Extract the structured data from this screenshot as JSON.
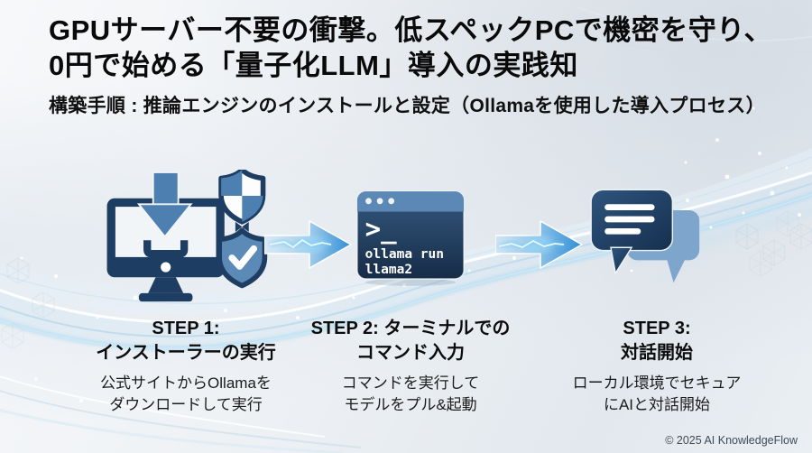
{
  "header": {
    "title_line1": "GPUサーバー不要の衝撃。低スペックPCで機密を守り、",
    "title_line2": "0円で始める「量子化LLM」導入の実践知",
    "subtitle": "構築手順 : 推論エンジンのインストールと設定（Ollamaを使用した導入プロセス）"
  },
  "steps": [
    {
      "icon": "monitor-download-shields-icon",
      "step_label": "STEP 1:",
      "step_title": "インストーラーの実行",
      "desc_line1": "公式サイトからOllamaを",
      "desc_line2": "ダウンロードして実行"
    },
    {
      "icon": "terminal-window-icon",
      "step_label": "STEP 2: ターミナルでの",
      "step_title": "コマンド入力",
      "desc_line1": "コマンドを実行して",
      "desc_line2": "モデルをプル&起動",
      "terminal": {
        "prompt": ">_",
        "command_line1": "ollama run",
        "command_line2": "llama2"
      }
    },
    {
      "icon": "chat-bubbles-icon",
      "step_label": "STEP 3:",
      "step_title": "対話開始",
      "desc_line1": "ローカル環境でセキュア",
      "desc_line2": "にAIと対話開始"
    }
  ],
  "footer": {
    "copyright": "© 2025 AI KnowledgeFlow"
  },
  "colors": {
    "navy": "#1e3d62",
    "medium_blue": "#4d7fb0",
    "steel_blue": "#5c88b5",
    "light_bubble_blue": "#7ea5cc",
    "arrow_blue": "#2f8ed6",
    "wave_blue": "#9ed5f0",
    "text_dark": "#0a0a0a",
    "copyright_gray": "#3f4b58"
  }
}
